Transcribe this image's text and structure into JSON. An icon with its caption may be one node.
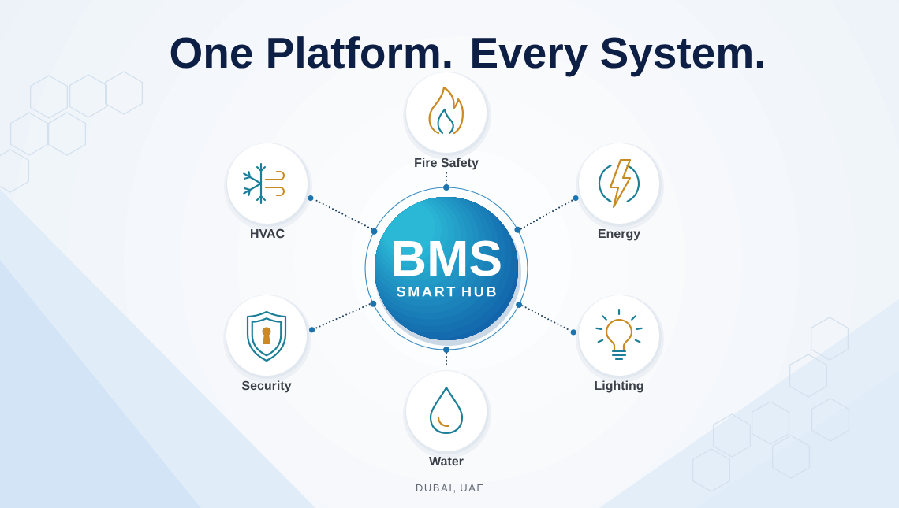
{
  "diagram": {
    "title": "One Platform. Every System.",
    "nodes": [
      {
        "text": [
          "Fire Safety"
        ]
      },
      {
        "text": [
          "HVAC"
        ]
      },
      {
        "text": [
          "Energy"
        ]
      },
      {
        "text": [
          "BMS",
          "SMART HUB"
        ]
      },
      {
        "text": [
          "Security"
        ]
      },
      {
        "text": [
          "Lighting"
        ]
      },
      {
        "text": [
          "Water"
        ]
      }
    ],
    "edges": [
      {
        "from": 3,
        "to": 0,
        "arrow": "none"
      },
      {
        "from": 3,
        "to": 1,
        "arrow": "none"
      },
      {
        "from": 3,
        "to": 2,
        "arrow": "none"
      },
      {
        "from": 3,
        "to": 4,
        "arrow": "none"
      },
      {
        "from": 3,
        "to": 5,
        "arrow": "none"
      },
      {
        "from": 3,
        "to": 6,
        "arrow": "none"
      }
    ],
    "labels": [
      "DUBAI, UAE"
    ]
  }
}
